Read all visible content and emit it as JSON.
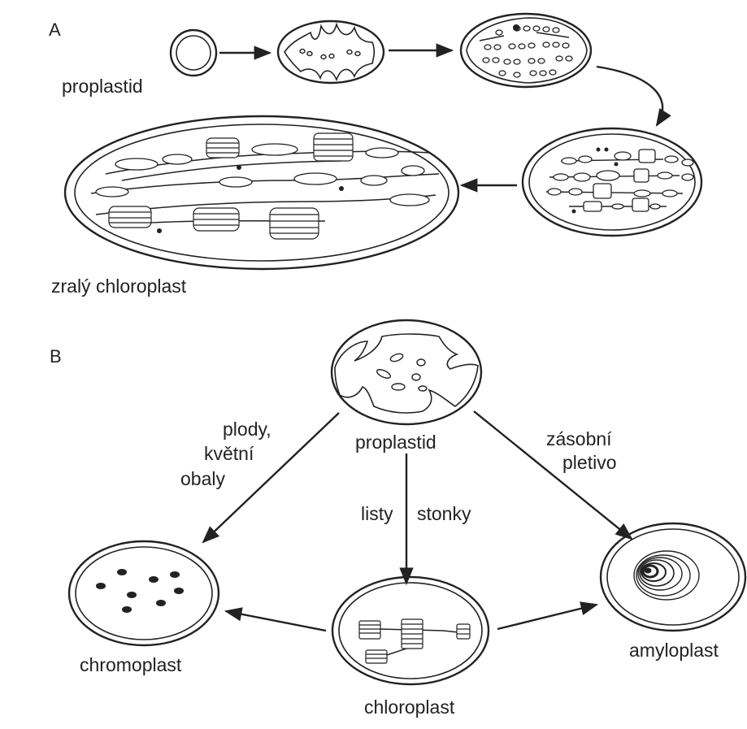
{
  "panel_a": {
    "letter": "A",
    "proplastid_label": "proplastid",
    "mature_label": "zralý chloroplast"
  },
  "panel_b": {
    "letter": "B",
    "center_label": "proplastid",
    "left_arrow_label_1": "plody,",
    "left_arrow_label_2": "květní",
    "left_arrow_label_3": "obaly",
    "right_arrow_label_1": "zásobní",
    "right_arrow_label_2": "pletivo",
    "down_left_label": "listy",
    "down_right_label": "stonky",
    "chromoplast_label": "chromoplast",
    "chloroplast_label": "chloroplast",
    "amyloplast_label": "amyloplast"
  }
}
